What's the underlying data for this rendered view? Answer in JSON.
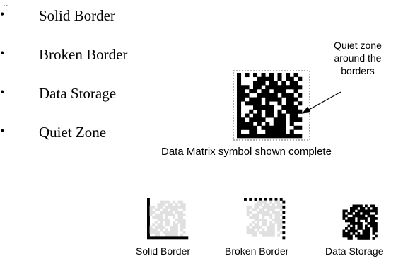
{
  "bullets": {
    "marker": "..",
    "glyph": "•",
    "items": [
      "Solid Border",
      "Broken Border",
      "Data Storage",
      "Quiet Zone"
    ]
  },
  "annotation": {
    "lines": [
      "Quiet zone",
      "around the",
      "borders"
    ]
  },
  "main_symbol": {
    "caption": "Data Matrix symbol shown complete"
  },
  "components": {
    "solid_border": "Solid Border",
    "broken_border": "Broken Border",
    "data_storage": "Data Storage"
  },
  "colors": {
    "module_dark": "#000000",
    "module_light_gray": "#e0e0e0",
    "quiet_zone_border": "#666666"
  }
}
